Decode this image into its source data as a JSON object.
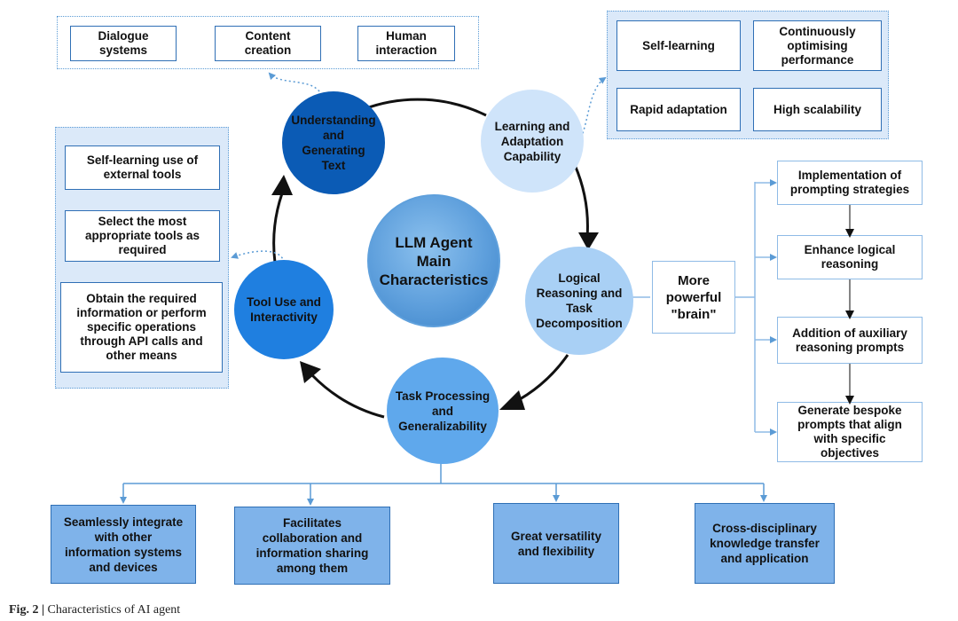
{
  "center": {
    "label": "LLM Agent\nMain\nCharacteristics"
  },
  "nodes": {
    "understanding": "Understanding\nand\nGenerating\nText",
    "learning": "Learning and\nAdaptation\nCapability",
    "logical": "Logical\nReasoning and\nTask\nDecomposition",
    "task": "Task Processing\nand\nGeneralizability",
    "tool": "Tool Use and\nInteractivity"
  },
  "understanding_outputs": [
    "Dialogue\nsystems",
    "Content\ncreation",
    "Human\ninteraction"
  ],
  "learning_outputs": [
    "Self-learning",
    "Continuously\noptimising\nperformance",
    "Rapid adaptation",
    "High scalability"
  ],
  "tool_outputs": [
    "Self-learning use of\nexternal tools",
    "Select the most\nappropriate tools as\nrequired",
    "Obtain the required\ninformation or perform\nspecific operations\nthrough API calls and\nother means"
  ],
  "brain_box": "More\npowerful\n\"brain\"",
  "reasoning_steps": [
    "Implementation of\nprompting strategies",
    "Enhance logical\nreasoning",
    "Addition of auxiliary\nreasoning prompts",
    "Generate bespoke\nprompts that align\nwith specific\nobjectives"
  ],
  "task_outputs": [
    "Seamlessly integrate\nwith other\ninformation systems\nand devices",
    "Facilitates\ncollaboration and\ninformation sharing\namong them",
    "Great versatility\nand flexibility",
    "Cross-disciplinary\nknowledge transfer\nand application"
  ],
  "caption": {
    "prefix": "Fig. 2 |",
    "text": " Characteristics of AI agent"
  },
  "colors": {
    "dark_blue": "#0b5bb5",
    "mid_blue": "#1f7fe0",
    "light_blue": "#a9d0f5",
    "pale_blue": "#cfe4fa",
    "box_blue": "#7fb3ea",
    "panel_fill": "#dbe9f9",
    "border_blue": "#2f6fb5"
  }
}
